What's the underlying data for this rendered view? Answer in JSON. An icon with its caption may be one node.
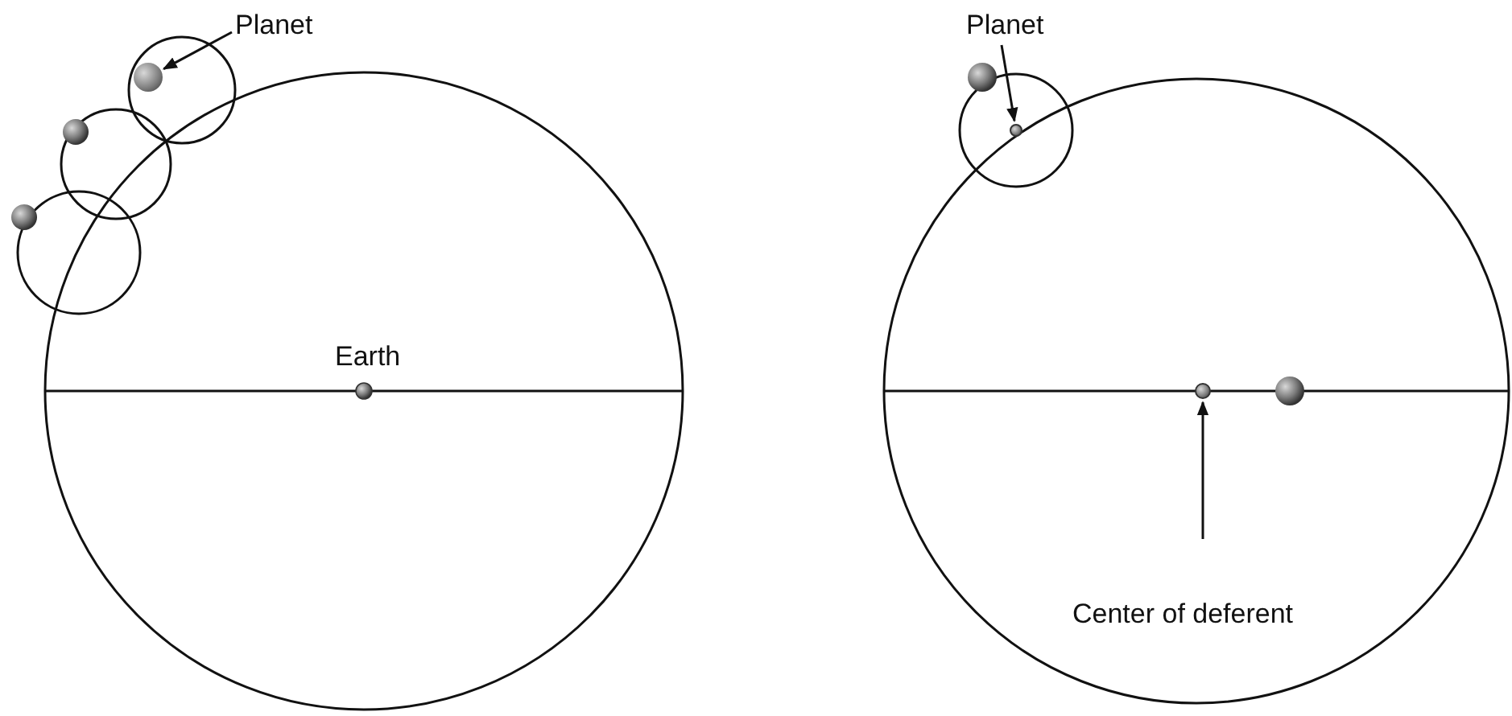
{
  "diagram": {
    "nodes": [
      {
        "text": [
          "Planet"
        ]
      },
      {
        "text": [],
        "shape": "circle"
      },
      {
        "text": [
          "Planet"
        ]
      },
      {
        "text": [],
        "shape": "circle"
      },
      {
        "text": [
          "Center of deferent"
        ]
      },
      {
        "text": [],
        "shape": "circle"
      }
    ],
    "edges": [
      {
        "from": 0,
        "to": 1,
        "arrow": "to"
      },
      {
        "from": 2,
        "to": 3,
        "arrow": "to"
      },
      {
        "from": 4,
        "to": 5,
        "arrow": "to"
      }
    ],
    "labels": [
      "Earth"
    ]
  }
}
